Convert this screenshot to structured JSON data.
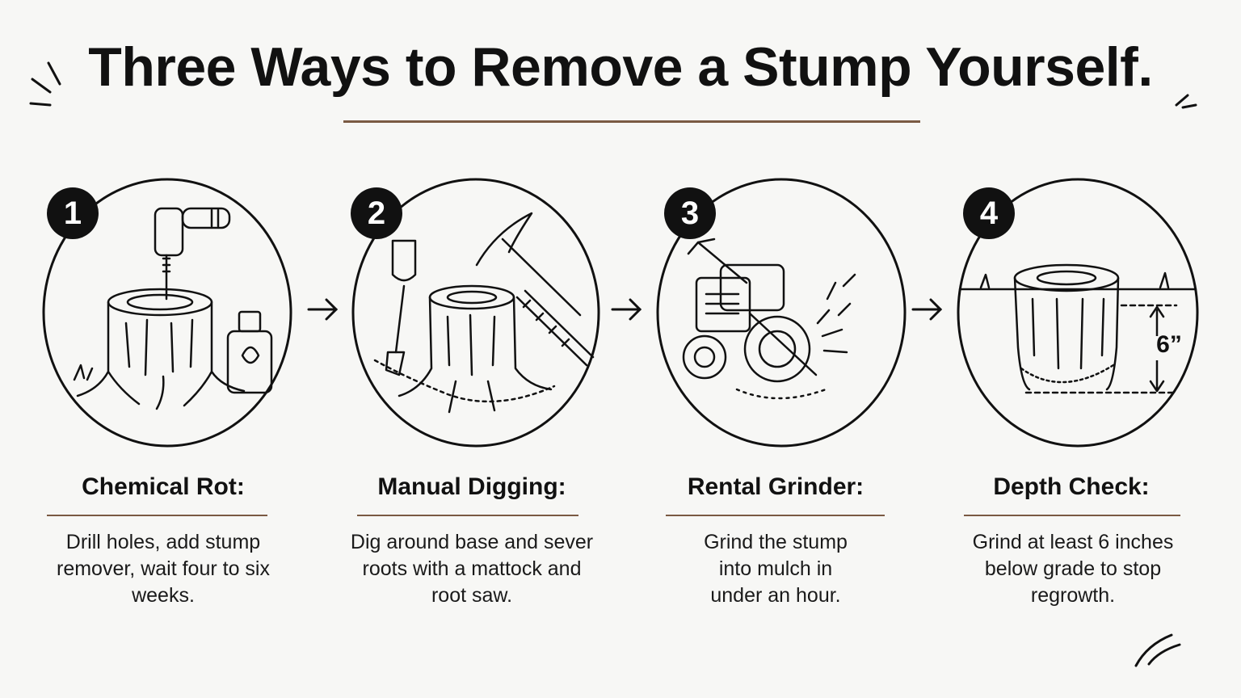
{
  "title": "Three Ways to Remove a Stump Yourself.",
  "steps": [
    {
      "number": "1",
      "heading": "Chemical Rot:",
      "description": "Drill holes, add stump remover, wait four to six weeks."
    },
    {
      "number": "2",
      "heading": "Manual Digging:",
      "description": "Dig around base and sever roots with a mattock and root saw."
    },
    {
      "number": "3",
      "heading": "Rental Grinder:",
      "description": "Grind the stump into mulch in under an hour."
    },
    {
      "number": "4",
      "heading": "Depth Check:",
      "description": "Grind at least 6 inches below grade to stop regrowth.",
      "depth_label": "6”"
    }
  ],
  "colors": {
    "ink": "#111111",
    "accent": "#7a5a43",
    "background": "#f7f7f5"
  }
}
